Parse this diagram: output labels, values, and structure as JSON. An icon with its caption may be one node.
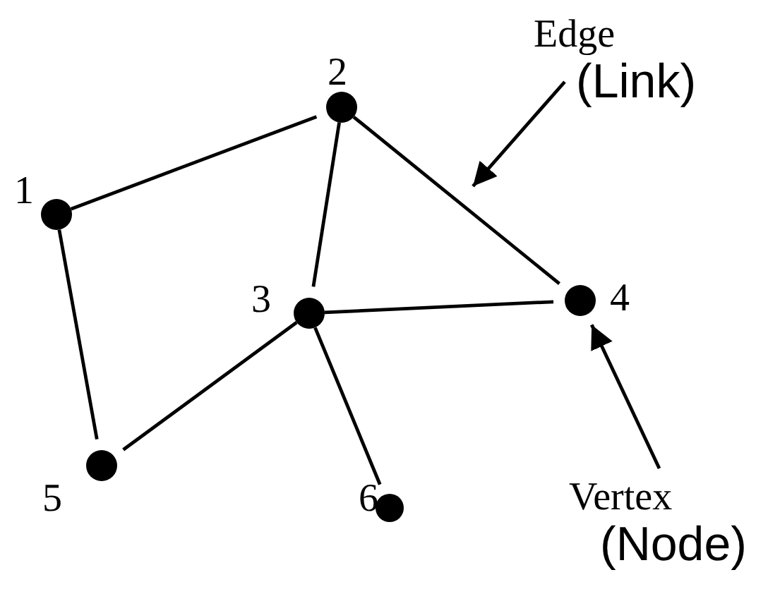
{
  "diagram": {
    "nodes": [
      {
        "text": [],
        "shape": "circle",
        "beside": [
          "1"
        ]
      },
      {
        "text": [],
        "shape": "circle",
        "beside": [
          "2"
        ]
      },
      {
        "text": [],
        "shape": "circle",
        "beside": [
          "3"
        ]
      },
      {
        "text": [],
        "shape": "circle",
        "beside": [
          "4"
        ]
      },
      {
        "text": [],
        "shape": "circle",
        "beside": [
          "5"
        ]
      },
      {
        "text": [],
        "shape": "circle",
        "beside": [
          "6"
        ]
      },
      {
        "text": [
          "Edge",
          "(Link)"
        ]
      },
      {
        "text": [
          "Vertex",
          "(Node)"
        ]
      }
    ],
    "edges": [
      {
        "from": 0,
        "to": 1,
        "arrow": "none"
      },
      {
        "from": 0,
        "to": 4,
        "arrow": "none"
      },
      {
        "from": 1,
        "to": 2,
        "arrow": "none"
      },
      {
        "from": 1,
        "to": 3,
        "arrow": "none"
      },
      {
        "from": 2,
        "to": 3,
        "arrow": "none"
      },
      {
        "from": 2,
        "to": 4,
        "arrow": "none"
      },
      {
        "from": 2,
        "to": 5,
        "arrow": "none"
      },
      {
        "from": 6,
        "to": null,
        "arrow": "to"
      },
      {
        "from": 7,
        "to": 3,
        "arrow": "to"
      }
    ]
  }
}
